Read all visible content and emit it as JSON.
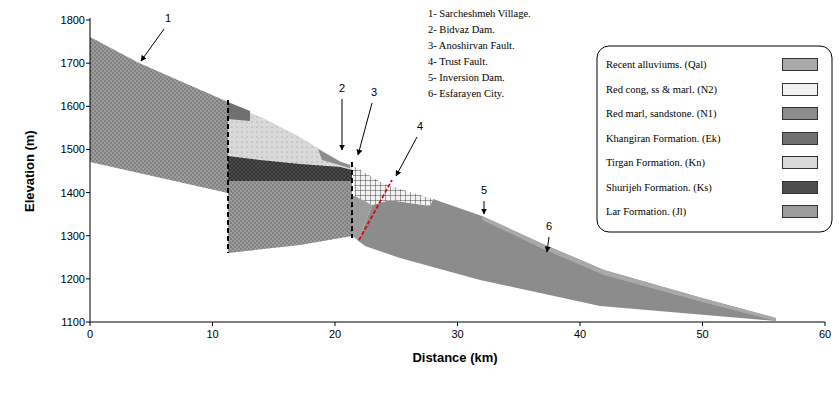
{
  "diagram": {
    "labels": [
      "1- Sarcheshmeh Village.",
      "2- Bidvaz Dam.",
      "3- Anoshirvan Fault.",
      "4- Trust Fault.",
      "5- Inversion Dam.",
      "6- Esfarayen City.",
      "1",
      "2",
      "3",
      "4",
      "5",
      "6",
      "Elevation (m)",
      "Distance (km)",
      "1800",
      "1700",
      "1600",
      "1500",
      "1400",
      "1300",
      "1200",
      "1100",
      "0",
      "10",
      "20",
      "30",
      "40",
      "50",
      "60"
    ],
    "legend": [
      {
        "text": "Recent alluviums. (Qal)",
        "color": "#a9a9a9"
      },
      {
        "text": "Red cong, ss & marl. (N2)",
        "color": "#f2f2f2"
      },
      {
        "text": "Red marl, sandstone. (N1)",
        "color": "#8c8c8c"
      },
      {
        "text": "Khangiran Formation. (Ek)",
        "color": "#707070"
      },
      {
        "text": "Tirgan Formation. (Kn)",
        "color": "#d9d9d9"
      },
      {
        "text": "Shurijeh Formation. (Ks)",
        "color": "#4d4d4d"
      },
      {
        "text": "Lar Formation. (Jl)",
        "color": "#9c9c9c"
      }
    ]
  }
}
